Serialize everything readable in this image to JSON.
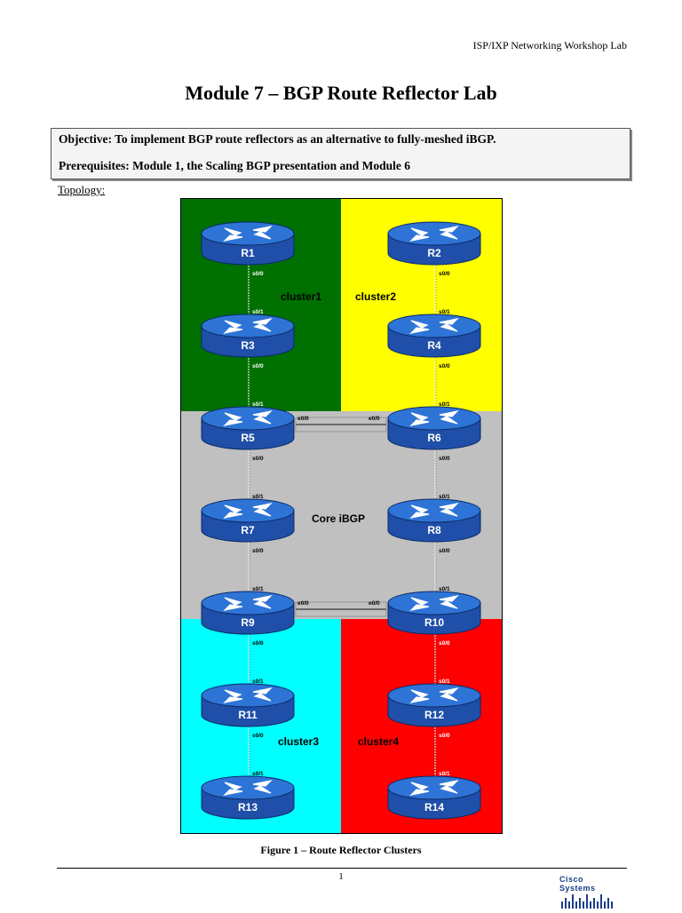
{
  "header": {
    "workshop": "ISP/IXP Networking Workshop Lab"
  },
  "title": "Module 7 – BGP Route Reflector Lab",
  "objective": "Objective: To implement BGP route reflectors as an alternative to fully-meshed iBGP.",
  "prerequisites": "Prerequisites: Module 1, the Scaling BGP presentation and Module 6",
  "topology_label": "Topology:",
  "diagram": {
    "colors": {
      "cluster1": "#007000",
      "cluster2": "#ffff00",
      "core": "#c0c0c0",
      "cluster3": "#00ffff",
      "cluster4": "#ff0000",
      "router": "#2e74d6"
    },
    "regions": {
      "cluster1": "cluster1",
      "cluster2": "cluster2",
      "core": "Core iBGP",
      "cluster3": "cluster3",
      "cluster4": "cluster4"
    },
    "routers": [
      "R1",
      "R2",
      "R3",
      "R4",
      "R5",
      "R6",
      "R7",
      "R8",
      "R9",
      "R10",
      "R11",
      "R12",
      "R13",
      "R14"
    ],
    "links": [
      {
        "a": "R1",
        "b": "R3",
        "a_if": "s0/0",
        "b_if": "s0/1"
      },
      {
        "a": "R2",
        "b": "R4",
        "a_if": "s0/0",
        "b_if": "s0/1"
      },
      {
        "a": "R3",
        "b": "R5",
        "a_if": "s0/0",
        "b_if": "s0/1"
      },
      {
        "a": "R4",
        "b": "R6",
        "a_if": "s0/0",
        "b_if": "s0/1"
      },
      {
        "a": "R5",
        "b": "R6",
        "a_if": "e0/0",
        "b_if": "e0/0"
      },
      {
        "a": "R5",
        "b": "R7",
        "a_if": "s0/0",
        "b_if": "s0/1"
      },
      {
        "a": "R6",
        "b": "R8",
        "a_if": "s0/0",
        "b_if": "s0/1"
      },
      {
        "a": "R7",
        "b": "R9",
        "a_if": "s0/0",
        "b_if": "s0/1"
      },
      {
        "a": "R8",
        "b": "R10",
        "a_if": "s0/0",
        "b_if": "s0/1"
      },
      {
        "a": "R9",
        "b": "R10",
        "a_if": "e0/0",
        "b_if": "e0/0"
      },
      {
        "a": "R9",
        "b": "R11",
        "a_if": "s0/0",
        "b_if": "s0/1"
      },
      {
        "a": "R10",
        "b": "R12",
        "a_if": "s0/0",
        "b_if": "s0/1"
      },
      {
        "a": "R11",
        "b": "R13",
        "a_if": "s0/0",
        "b_if": "s0/1"
      },
      {
        "a": "R12",
        "b": "R14",
        "a_if": "s0/0",
        "b_if": "s0/1"
      }
    ]
  },
  "caption": "Figure 1 – Route Reflector Clusters",
  "page_number": "1",
  "logo": {
    "text": "Cisco Systems"
  }
}
